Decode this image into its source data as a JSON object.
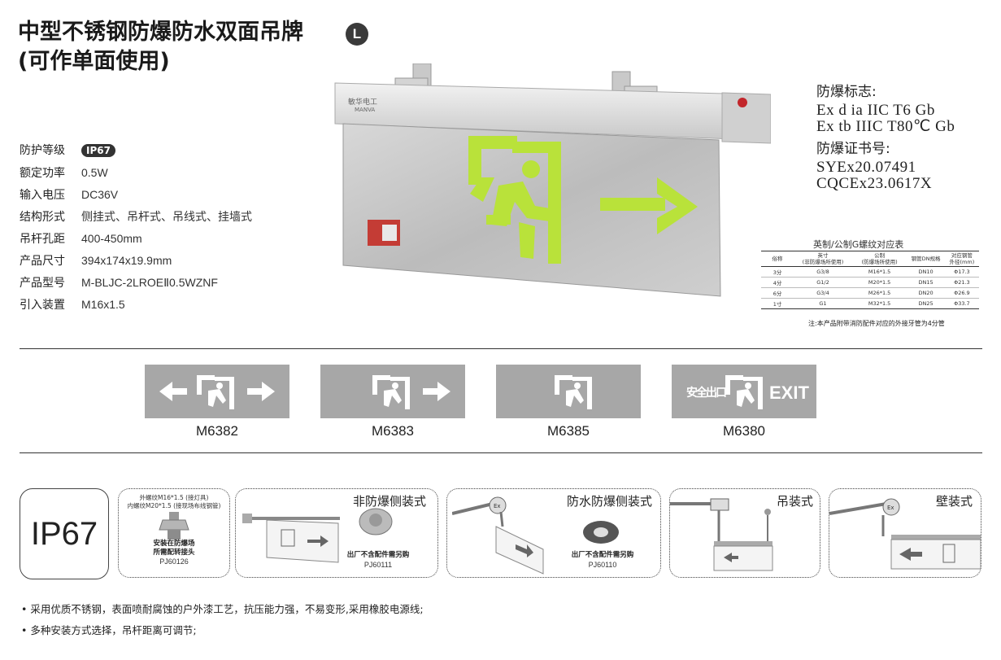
{
  "title": {
    "line1": "中型不锈钢防爆防水双面吊牌",
    "line2": "(可作单面使用)",
    "badge": "L"
  },
  "specs": [
    {
      "k": "防护等级",
      "v": "IP67",
      "pill": true
    },
    {
      "k": "额定功率",
      "v": "0.5W"
    },
    {
      "k": "输入电压",
      "v": "DC36V"
    },
    {
      "k": "结构形式",
      "v": "侧挂式、吊杆式、吊线式、挂墙式"
    },
    {
      "k": "吊杆孔距",
      "v": "400-450mm"
    },
    {
      "k": "产品尺寸",
      "v": "394x174x19.9mm"
    },
    {
      "k": "产品型号",
      "v": "M-BLJC-2LROEⅡ0.5WZNF"
    },
    {
      "k": "引入装置",
      "v": "M16x1.5"
    }
  ],
  "product": {
    "brand_cn": "敏华电工",
    "brand_en": "MANVA",
    "accent": "#b9e23a"
  },
  "exinfo": {
    "mark_heading": "防爆标志:",
    "mark1": "Ex d ia IIC T6  Gb",
    "mark2": "Ex tb IIIC T80℃  Gb",
    "cert_heading": "防爆证书号:",
    "cert1": "SYEx20.07491",
    "cert2": "CQCEx23.0617X"
  },
  "thread_table": {
    "title": "英制/公制G螺纹对应表",
    "headers": [
      "俗称",
      "英寸\n(非防爆场所使用)",
      "公制\n(防爆场所使用)",
      "钢管DN规格",
      "对应钢管\n外径(mm)"
    ],
    "rows": [
      [
        "3分",
        "G3/8",
        "M16*1.5",
        "DN10",
        "Φ17.3"
      ],
      [
        "4分",
        "G1/2",
        "M20*1.5",
        "DN15",
        "Φ21.3"
      ],
      [
        "6分",
        "G3/4",
        "M26*1.5",
        "DN20",
        "Φ26.9"
      ],
      [
        "1寸",
        "G1",
        "M32*1.5",
        "DN25",
        "Φ33.7"
      ]
    ],
    "note": "注:本产品附带消防配件对应的外接牙管为4分管"
  },
  "variants": [
    {
      "code": "M6382"
    },
    {
      "code": "M6383"
    },
    {
      "code": "M6385"
    },
    {
      "code": "M6380",
      "text_cn": "安全出口",
      "text_en": "EXIT"
    }
  ],
  "ip_box": "IP67",
  "accessory": {
    "line1": "外螺纹M16*1.5 (接灯具)",
    "line2": "内螺纹M20*1.5 (接现场布线钢管)",
    "bold1": "安装在防爆场",
    "bold2": "所需配转接头",
    "code": "PJ60126"
  },
  "mounts": [
    {
      "title": "非防爆侧装式",
      "note": "出厂不含配件需另购",
      "code": "PJ60111"
    },
    {
      "title": "防水防爆侧装式",
      "note": "出厂不含配件需另购",
      "code": "PJ60110"
    },
    {
      "title": "吊装式"
    },
    {
      "title": "壁装式"
    }
  ],
  "notes": [
    "• 采用优质不锈钢，表面喷耐腐蚀的户外漆工艺，抗压能力强，不易变形,采用橡胶电源线;",
    "• 多种安装方式选择，吊杆距离可调节;"
  ]
}
